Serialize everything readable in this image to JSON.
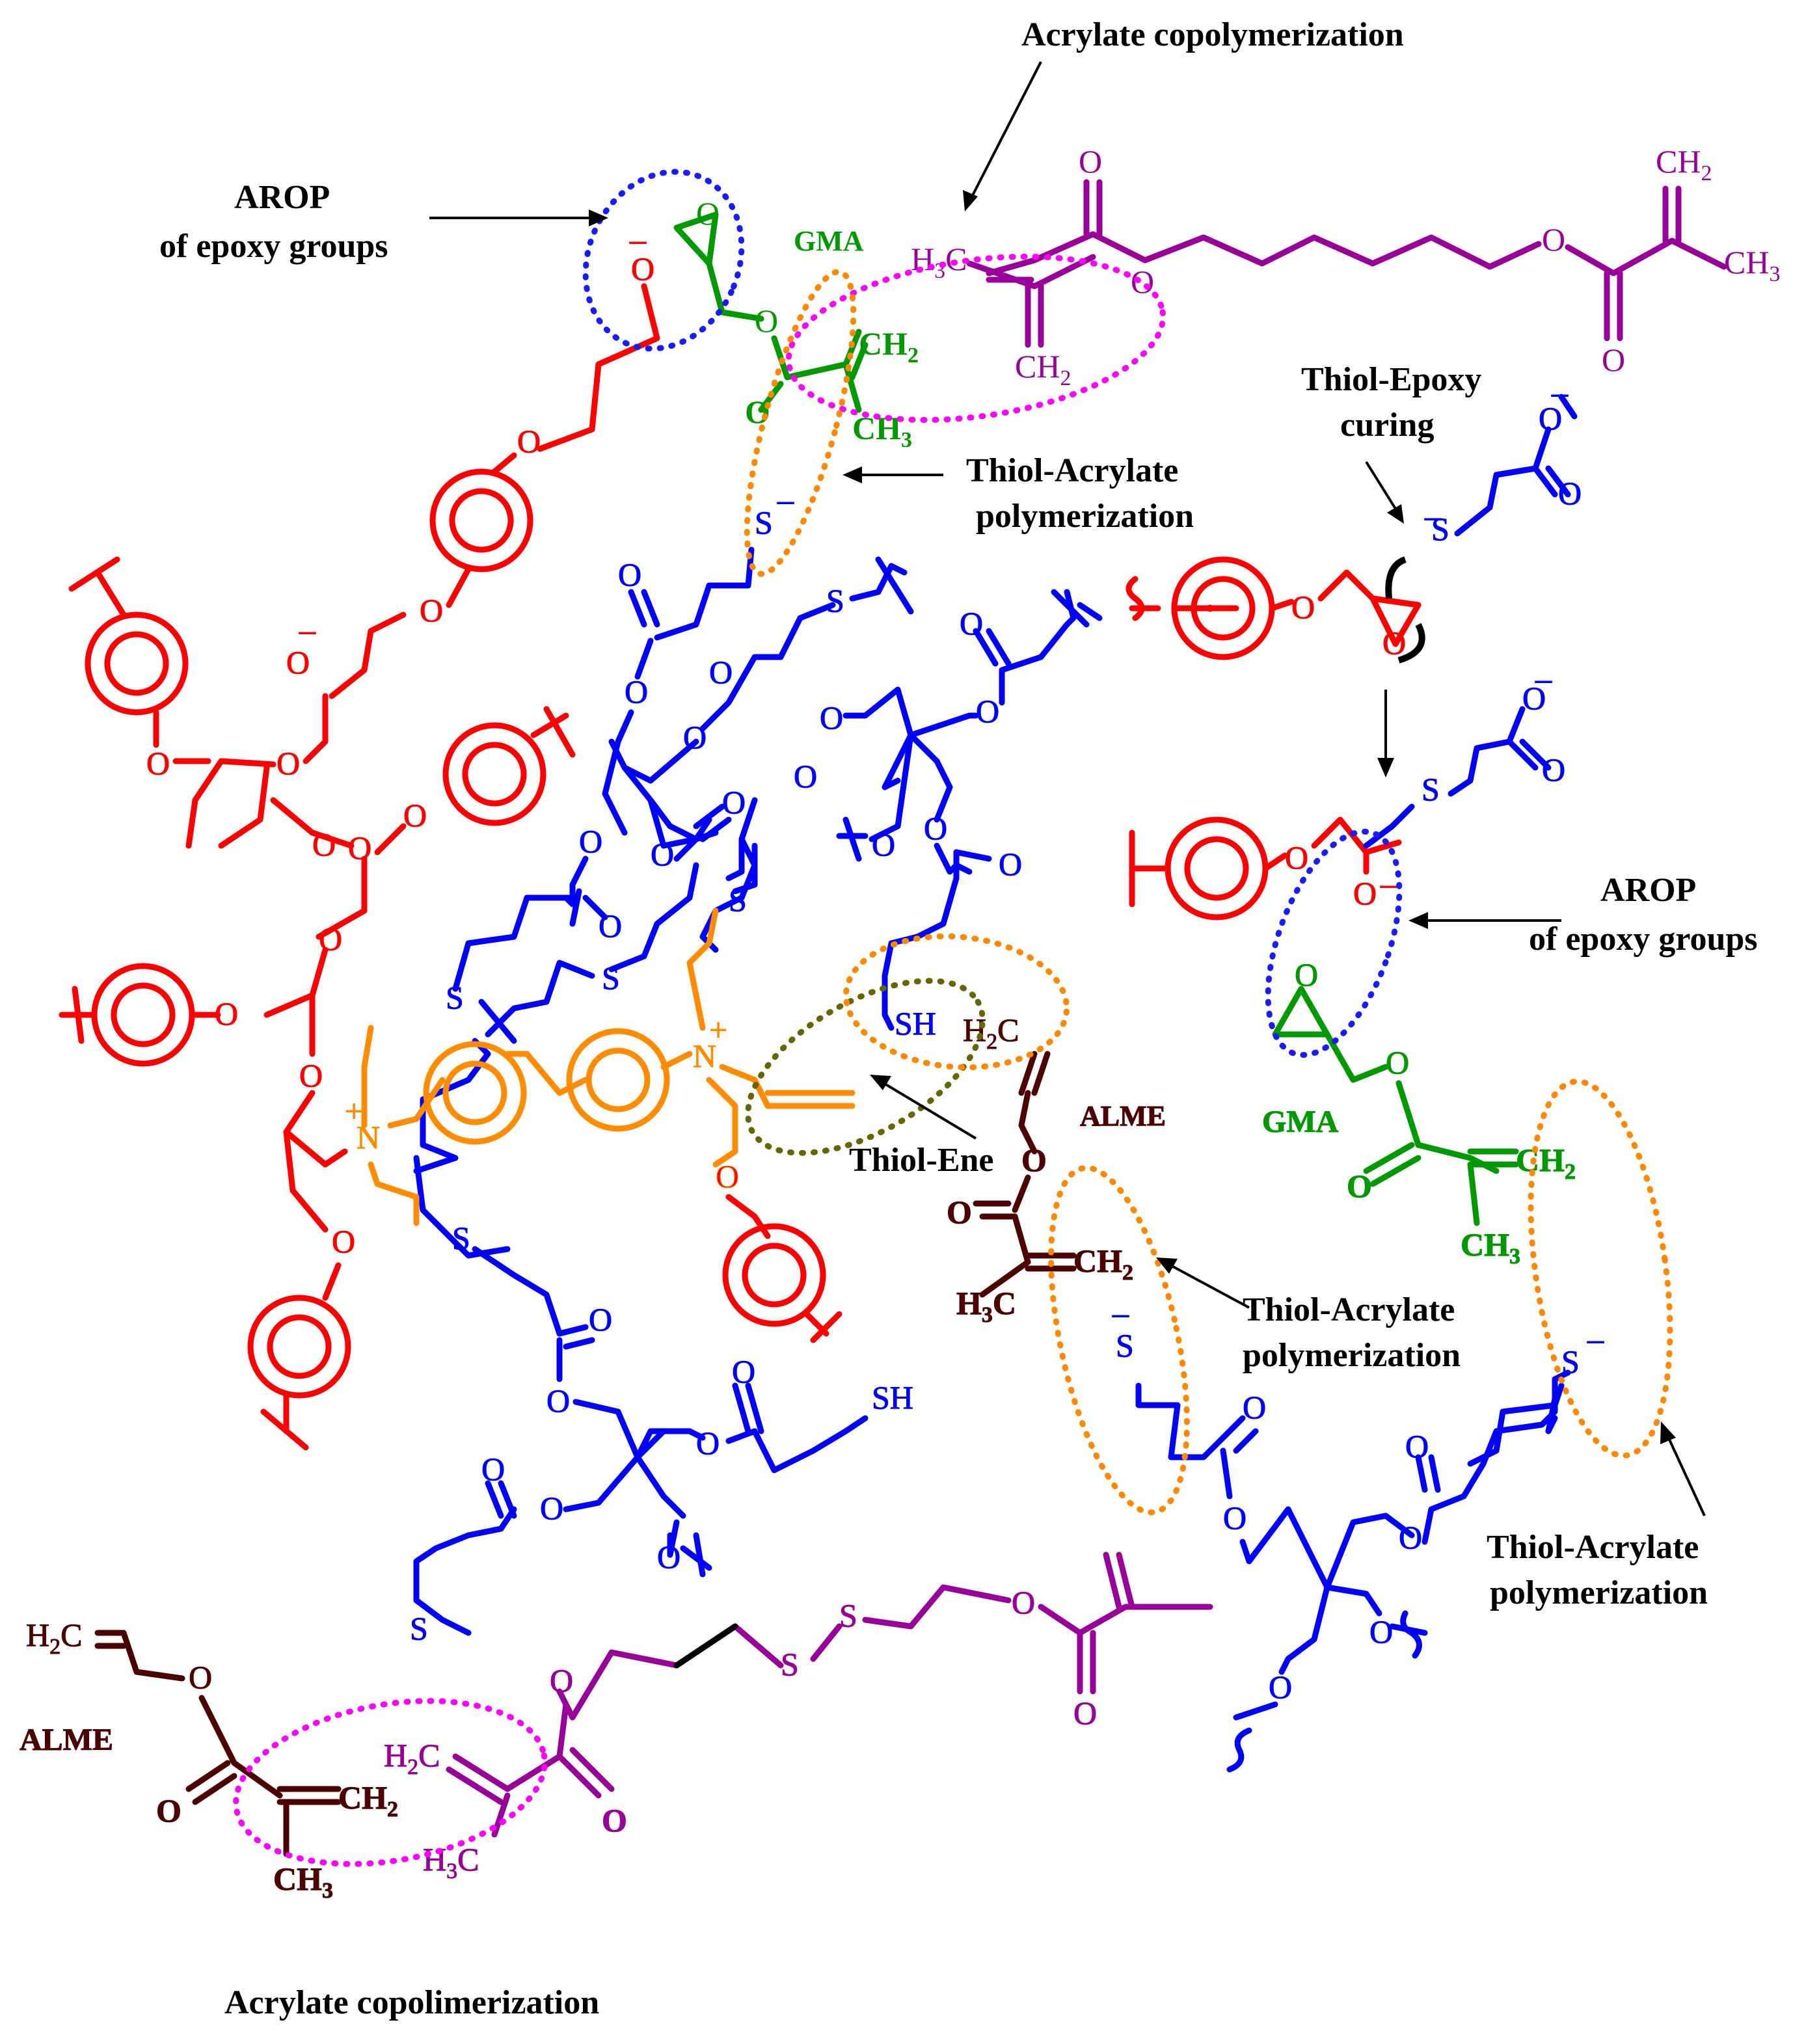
{
  "colors": {
    "epoxy_red": "#ff0000",
    "thiol_blue": "#0000ff",
    "gma_green": "#009900",
    "dimethacrylate_purple": "#990099",
    "alme_brown": "#4d0000",
    "ammonium_orange": "#ff8c00",
    "ellipse_blue": "#1a1aff",
    "ellipse_magenta": "#ff00ff",
    "ellipse_orange": "#ff8800",
    "ellipse_olive": "#666600",
    "text_black": "#000000"
  },
  "labels": {
    "acrylate_copolymerization_top": "Acrylate copolymerization",
    "arop_left_line1": "AROP",
    "arop_left_line2": "of epoxy groups",
    "gma_top": "GMA",
    "thiol_acrylate_top_line1": "Thiol-Acrylate",
    "thiol_acrylate_top_line2": "polymerization",
    "thiol_epoxy_line1": "Thiol-Epoxy",
    "thiol_epoxy_line2": "curing",
    "arop_right_line1": "AROP",
    "arop_right_line2": "of epoxy groups",
    "gma_right": "GMA",
    "alme_mid": "ALME",
    "thiol_ene": "Thiol-Ene",
    "thiol_acrylate_mid_line1": "Thiol-Acrylate",
    "thiol_acrylate_mid_line2": "polymerization",
    "thiol_acrylate_right_line1": "Thiol-Acrylate",
    "thiol_acrylate_right_line2": "polymerization",
    "alme_bottom": "ALME",
    "acrylate_copolimerization_bottom": "Acrylate copolimerization"
  },
  "atoms": {
    "O": "O",
    "S": "S",
    "N": "N",
    "SH": "SH",
    "CH2": "CH",
    "CH3": "CH",
    "H3C": "H",
    "H2C": "H",
    "C": "C",
    "sub2": "2",
    "sub3": "3",
    "plus": "+",
    "minus": "–"
  }
}
